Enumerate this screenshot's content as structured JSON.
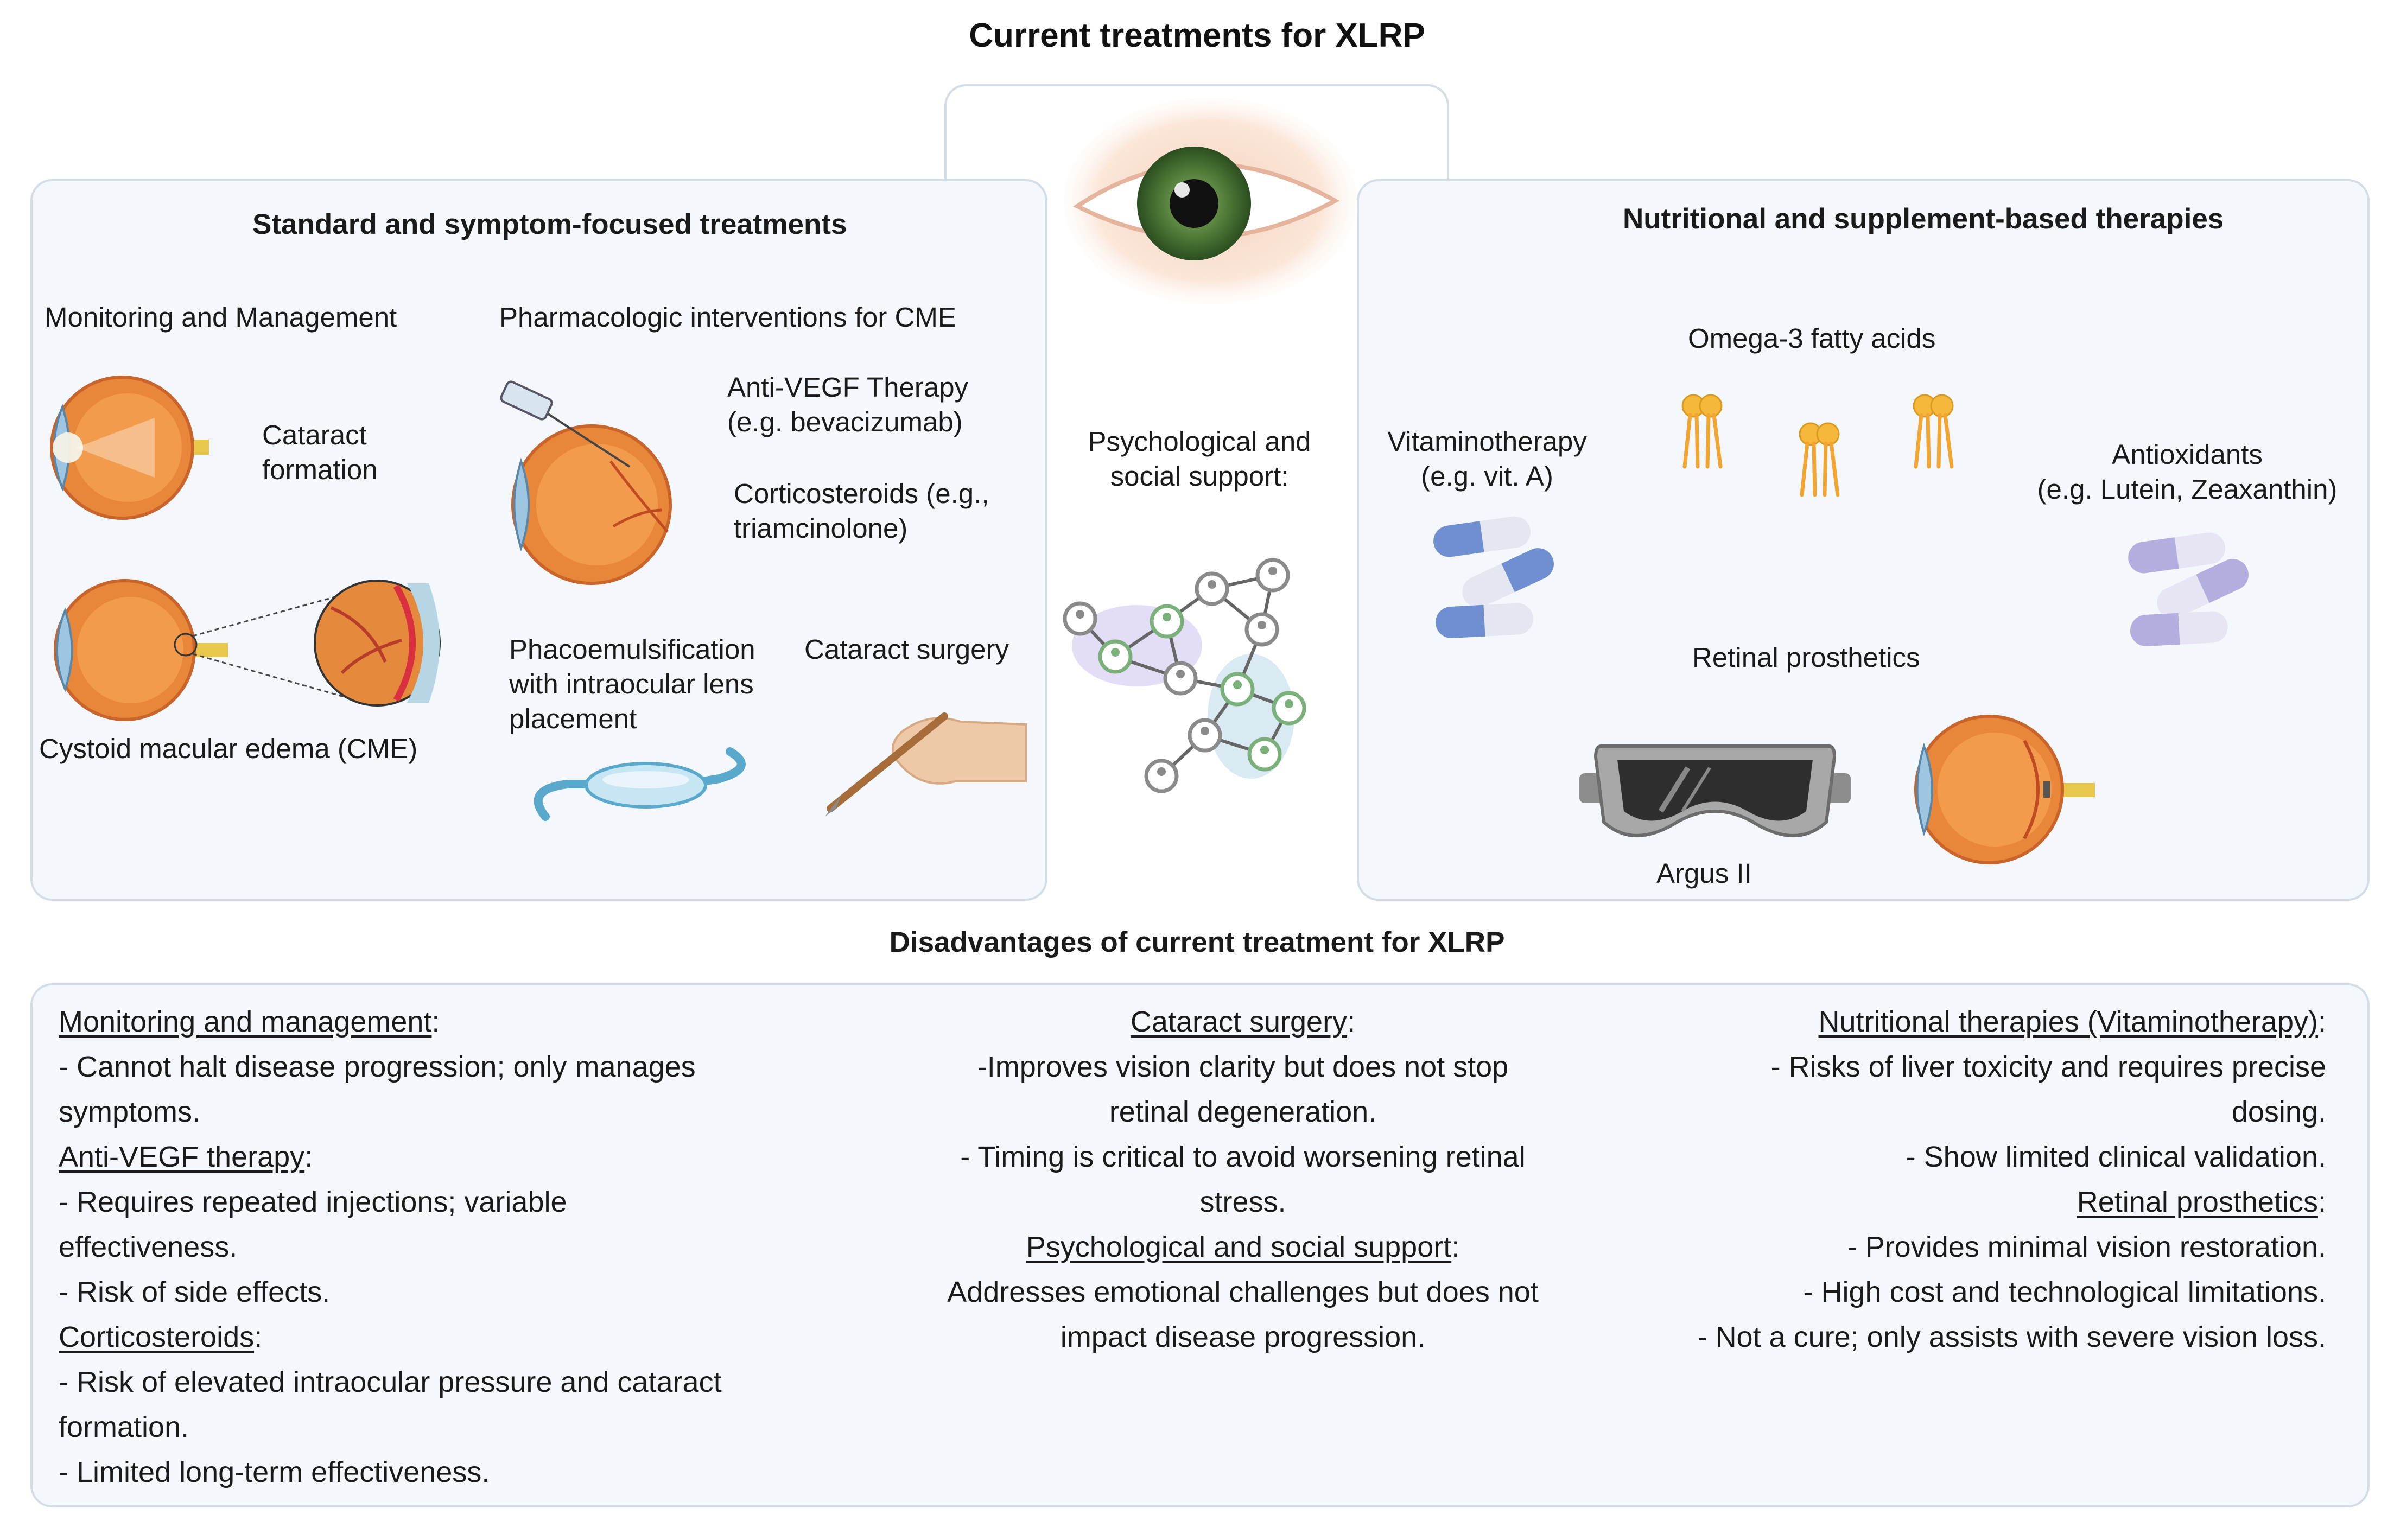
{
  "title": "Current treatments for XLRP",
  "left": {
    "heading": "Standard and symptom-focused treatments",
    "monitoring": "Monitoring and Management",
    "cataract_1": "Cataract",
    "cataract_2": "formation",
    "cme": "Cystoid macular edema (CME)",
    "pharma": "Pharmacologic interventions for CME",
    "vegf_1": "Anti-VEGF Therapy",
    "vegf_2": "(e.g. bevacizumab)",
    "cortico_1": "Corticosteroids (e.g.,",
    "cortico_2": "triamcinolone)",
    "phaco_1": "Phacoemulsification",
    "phaco_2": "with intraocular lens",
    "phaco_3": "placement",
    "cataract_surgery": "Cataract surgery"
  },
  "center": {
    "psych_1": "Psychological and",
    "psych_2": "social support:"
  },
  "right": {
    "heading": "Nutritional and supplement-based therapies",
    "omega": "Omega-3 fatty acids",
    "vita_1": "Vitaminotherapy",
    "vita_2": "(e.g. vit. A)",
    "antiox_1": "Antioxidants",
    "antiox_2": "(e.g. Lutein, Zeaxanthin)",
    "retinal": "Retinal prosthetics",
    "argus": "Argus II"
  },
  "disadvantages": {
    "heading": "Disadvantages of current treatment for XLRP",
    "col1": [
      {
        "h": "Monitoring and management",
        "lines": [
          "- Cannot halt disease progression; only manages",
          "symptoms."
        ]
      },
      {
        "h": "Anti-VEGF therapy",
        "lines": [
          "- Requires repeated injections; variable",
          "effectiveness.",
          "- Risk of side effects."
        ]
      },
      {
        "h": "Corticosteroids",
        "lines": [
          "- Risk of elevated intraocular pressure and cataract",
          "formation.",
          "- Limited long-term effectiveness."
        ]
      }
    ],
    "col2": [
      {
        "h": "Cataract surgery",
        "lines": [
          "-Improves vision clarity but does not stop",
          "retinal degeneration.",
          "- Timing is critical to avoid worsening retinal",
          "stress."
        ]
      },
      {
        "h": "Psychological and social support",
        "lines": [
          "Addresses emotional challenges but does not",
          "impact disease progression."
        ]
      }
    ],
    "col3": [
      {
        "h": "Nutritional therapies (Vitaminotherapy)",
        "lines": [
          "- Risks of liver toxicity and requires precise",
          "dosing.",
          "- Show limited clinical validation."
        ]
      },
      {
        "h": "Retinal prosthetics",
        "lines": [
          "- Provides minimal vision restoration.",
          "- High cost and technological limitations.",
          "- Not a cure; only assists with severe vision loss."
        ]
      }
    ]
  },
  "colors": {
    "panel_bg": "#f4f7fc",
    "panel_border": "#d2dde8",
    "eye_orange": "#e8873a",
    "capsule_blue": "#6f8fd0",
    "capsule_purple": "#b3aee0",
    "lipid_yellow": "#f6b83a",
    "network_green": "#7ab07a",
    "network_gray": "#9a9a9a"
  },
  "icons": [
    "eye-icon",
    "eye-cross-section-icon",
    "syringe-icon",
    "retina-zoom-icon",
    "intraocular-lens-icon",
    "scalpel-hand-icon",
    "social-network-icon",
    "capsule-icon",
    "lipid-icon",
    "goggles-icon"
  ]
}
